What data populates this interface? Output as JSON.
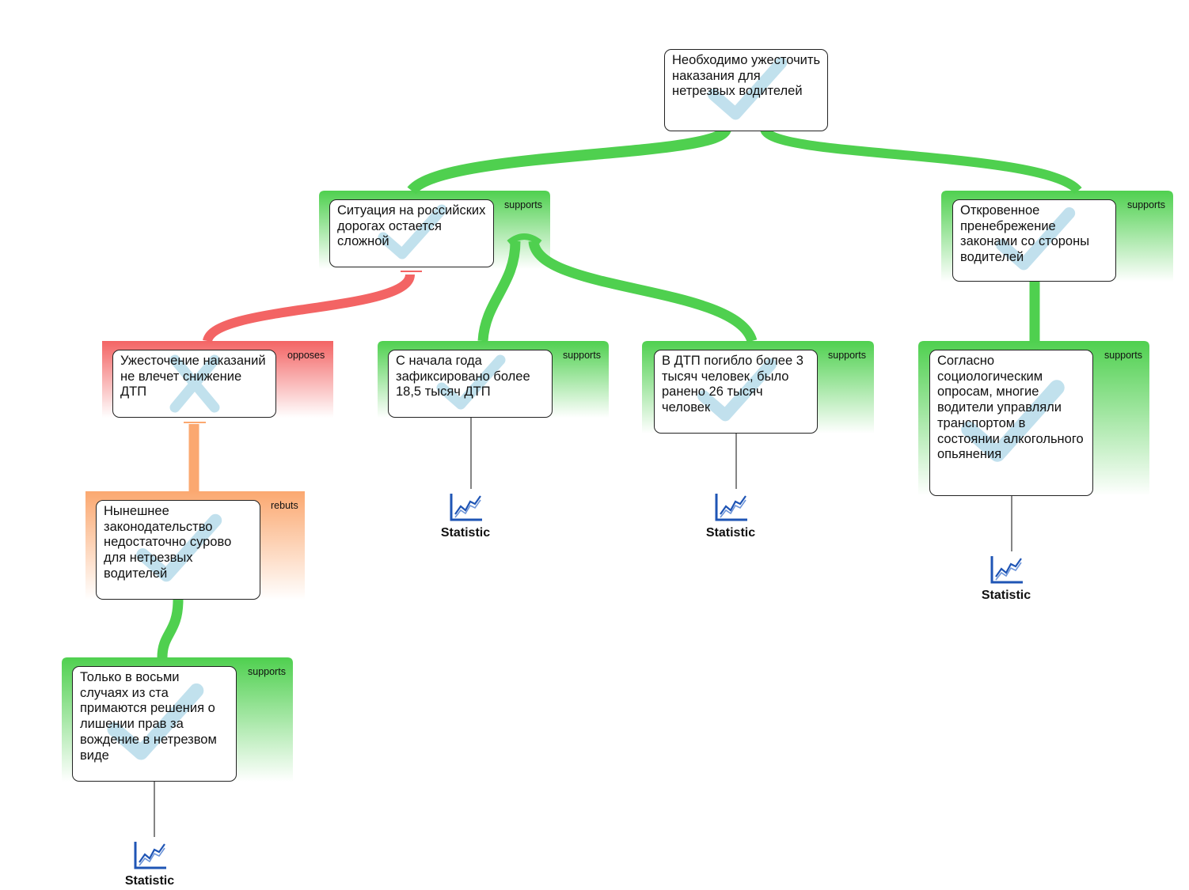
{
  "colors": {
    "supports": "#4fd04f",
    "opposes": "#f36464",
    "rebuts": "#fba870",
    "check": "#8fc8df",
    "icon": "#1f55b5"
  },
  "nodes": {
    "root": {
      "text": "Необходимо ужесточить наказания для нетрезвых водителей"
    },
    "n1": {
      "text": "Ситуация на российских дорогах остается сложной",
      "relation": "supports"
    },
    "n2": {
      "text": "Откровенное пренебрежение законами со стороны водителей",
      "relation": "supports"
    },
    "n3": {
      "text": "Ужесточение наказаний не влечет снижение ДТП",
      "relation": "opposes"
    },
    "n4": {
      "text": "С начала года зафиксировано более 18,5 тысяч ДТП",
      "relation": "supports"
    },
    "n5": {
      "text": "В ДТП погибло более 3 тысяч человек, было ранено 26 тысяч человек",
      "relation": "supports"
    },
    "n6": {
      "text": "Согласно социологическим опросам, многие водители управляли транспортом в состоянии алкогольного опьянения",
      "relation": "supports"
    },
    "n7": {
      "text": "Нынешнее законодательство недостаточно сурово для нетрезвых водителей",
      "relation": "rebuts"
    },
    "n8": {
      "text": "Только в восьми случаях из ста примаются решения о лишении прав за вождение в нетрезвом виде",
      "relation": "supports"
    }
  },
  "evidence": {
    "e1": {
      "label": "Statistic",
      "icon": "chart-icon"
    },
    "e2": {
      "label": "Statistic",
      "icon": "chart-icon"
    },
    "e3": {
      "label": "Statistic",
      "icon": "chart-icon"
    },
    "e4": {
      "label": "Statistic",
      "icon": "chart-icon"
    }
  }
}
